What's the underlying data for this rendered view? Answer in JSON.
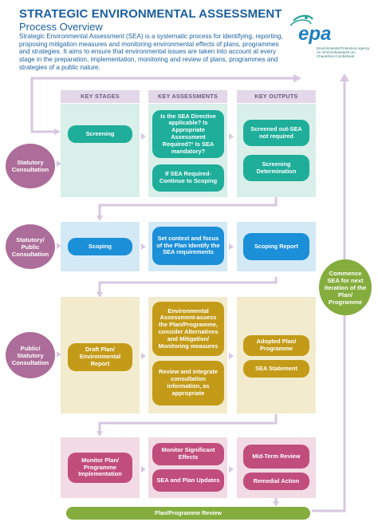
{
  "header": {
    "title": "STRATEGIC ENVIRONMENTAL ASSESSMENT",
    "subtitle": "Process Overview",
    "intro": "Strategic Environmental Assessment (SEA) is a systematic process for identifying, reporting, proposing mitigation measures and monitoring environmental effects of plans, programmes and strategies. It aims to ensure that environmental issues are taken into account at every stage in the preparation, implementation, monitoring and review of plans, programmes and strategies of a public nature."
  },
  "logo": {
    "name": "epa",
    "tagline": "Environmental Protection Agency An Ghníomhaireacht um Chaomhnú Comhshaoil"
  },
  "columns": [
    "KEY STAGES",
    "KEY ASSESSMENTS",
    "KEY OUTPUTS"
  ],
  "consultations": {
    "statutory": "Statutory Consultation",
    "statutory_public": "Statutory/ Public Consultation",
    "public_statutory": "Public/ Statutory Consultation"
  },
  "screening": {
    "stage": "Screening",
    "assessment_questions": "Is the SEA Directive applicable? Is Appropriate Assessment Required?¹ Is SEA mandatory?",
    "assessment_continue": "If SEA Required- Continue to Scoping",
    "output_not_required": "Screened out-SEA not required",
    "output_determination": "Screening Determination"
  },
  "scoping": {
    "stage": "Scoping",
    "assessment": "Set context and focus of the Plan Identify the SEA requirements",
    "output": "Scoping Report"
  },
  "draft": {
    "stage": "Draft Plan/ Environmental Report",
    "assessment_1": "Environmental Assessment-assess the Plan/Programme, consider Alternatives and Mitigation/ Monitoring measures",
    "assessment_2": "Review and integrate consultation information, as appropriate",
    "output_1": "Adopted Plan/ Programme",
    "output_2": "SEA Statement"
  },
  "monitor": {
    "stage": "Monitor Plan/ Programme Implementation",
    "assessment_1": "Monitor Significant Effects",
    "assessment_2": "SEA and Plan Updates",
    "output_1": "Mid-Term Review",
    "output_2": "Remedial Action"
  },
  "commence": "Commence SEA for next iteration of the Plan/ Programme",
  "review": "Plan/Programme Review",
  "colors": {
    "title_blue": "#1b5f9e",
    "screening_green": "#1eae9a",
    "scoping_blue": "#1b8fd8",
    "draft_gold": "#c49b18",
    "monitor_pink": "#c14d7d",
    "consultation_purple": "#ad6d9a",
    "review_green": "#84ad3d"
  }
}
